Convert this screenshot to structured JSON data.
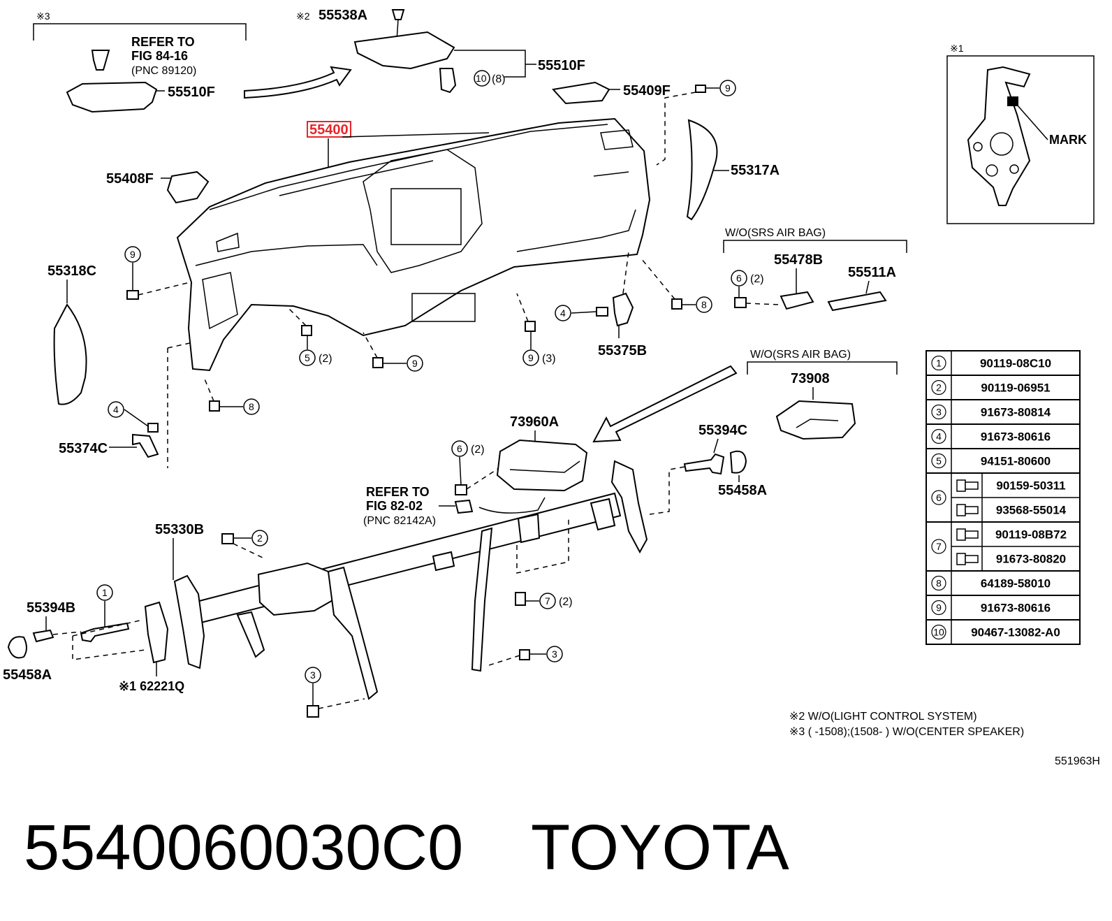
{
  "labels": {
    "note3_marker": "※3",
    "note2_marker": "※2",
    "note1_marker": "※1",
    "p55538A": "55538A",
    "refer_fig84_l1": "REFER TO",
    "refer_fig84_l2": "FIG 84-16",
    "refer_fig84_l3": "(PNC 89120)",
    "p55510F_left": "55510F",
    "p55510F_right": "55510F",
    "qty8": "(8)",
    "p55409F": "55409F",
    "p55400": "55400",
    "p55408F": "55408F",
    "p55317A": "55317A",
    "mark": "MARK",
    "p55318C": "55318C",
    "wo_srs_1": "W/O(SRS AIR BAG)",
    "p55478B": "55478B",
    "p55511A": "55511A",
    "qty2_a": "(2)",
    "qty2_b": "(2)",
    "qty3_a": "(3)",
    "p55375B": "55375B",
    "wo_srs_2": "W/O(SRS AIR BAG)",
    "p73908": "73908",
    "p73960A": "73960A",
    "qty2_c": "(2)",
    "p55374C": "55374C",
    "p55394C": "55394C",
    "p55458A_right": "55458A",
    "refer_fig82_l1": "REFER TO",
    "refer_fig82_l2": "FIG 82-02",
    "refer_fig82_l3": "(PNC 82142A)",
    "p55330B": "55330B",
    "qty2_d": "(2)",
    "p55394B": "55394B",
    "p55458A_left": "55458A",
    "p62221Q": "※1 62221Q",
    "note_2": "※2 W/O(LIGHT CONTROL SYSTEM)",
    "note_3": "※3 (        -1508);(1508-        ) W/O(CENTER SPEAKER)",
    "diagram_code": "551963H",
    "footer_part": "5540060030C0",
    "footer_brand": "TOYOTA"
  },
  "callouts": [
    "1",
    "2",
    "3",
    "4",
    "5",
    "6",
    "7",
    "8",
    "9",
    "10"
  ],
  "table": [
    {
      "no": "1",
      "parts": [
        "90119-08C10"
      ]
    },
    {
      "no": "2",
      "parts": [
        "90119-06951"
      ]
    },
    {
      "no": "3",
      "parts": [
        "91673-80814"
      ]
    },
    {
      "no": "4",
      "parts": [
        "91673-80616"
      ]
    },
    {
      "no": "5",
      "parts": [
        "94151-80600"
      ]
    },
    {
      "no": "6",
      "parts": [
        "90159-50311",
        "93568-55014"
      ]
    },
    {
      "no": "7",
      "parts": [
        "90119-08B72",
        "91673-80820"
      ]
    },
    {
      "no": "8",
      "parts": [
        "64189-58010"
      ]
    },
    {
      "no": "9",
      "parts": [
        "91673-80616"
      ]
    },
    {
      "no": "10",
      "parts": [
        "90467-13082-A0"
      ]
    }
  ],
  "highlight_color": "#e8262a"
}
